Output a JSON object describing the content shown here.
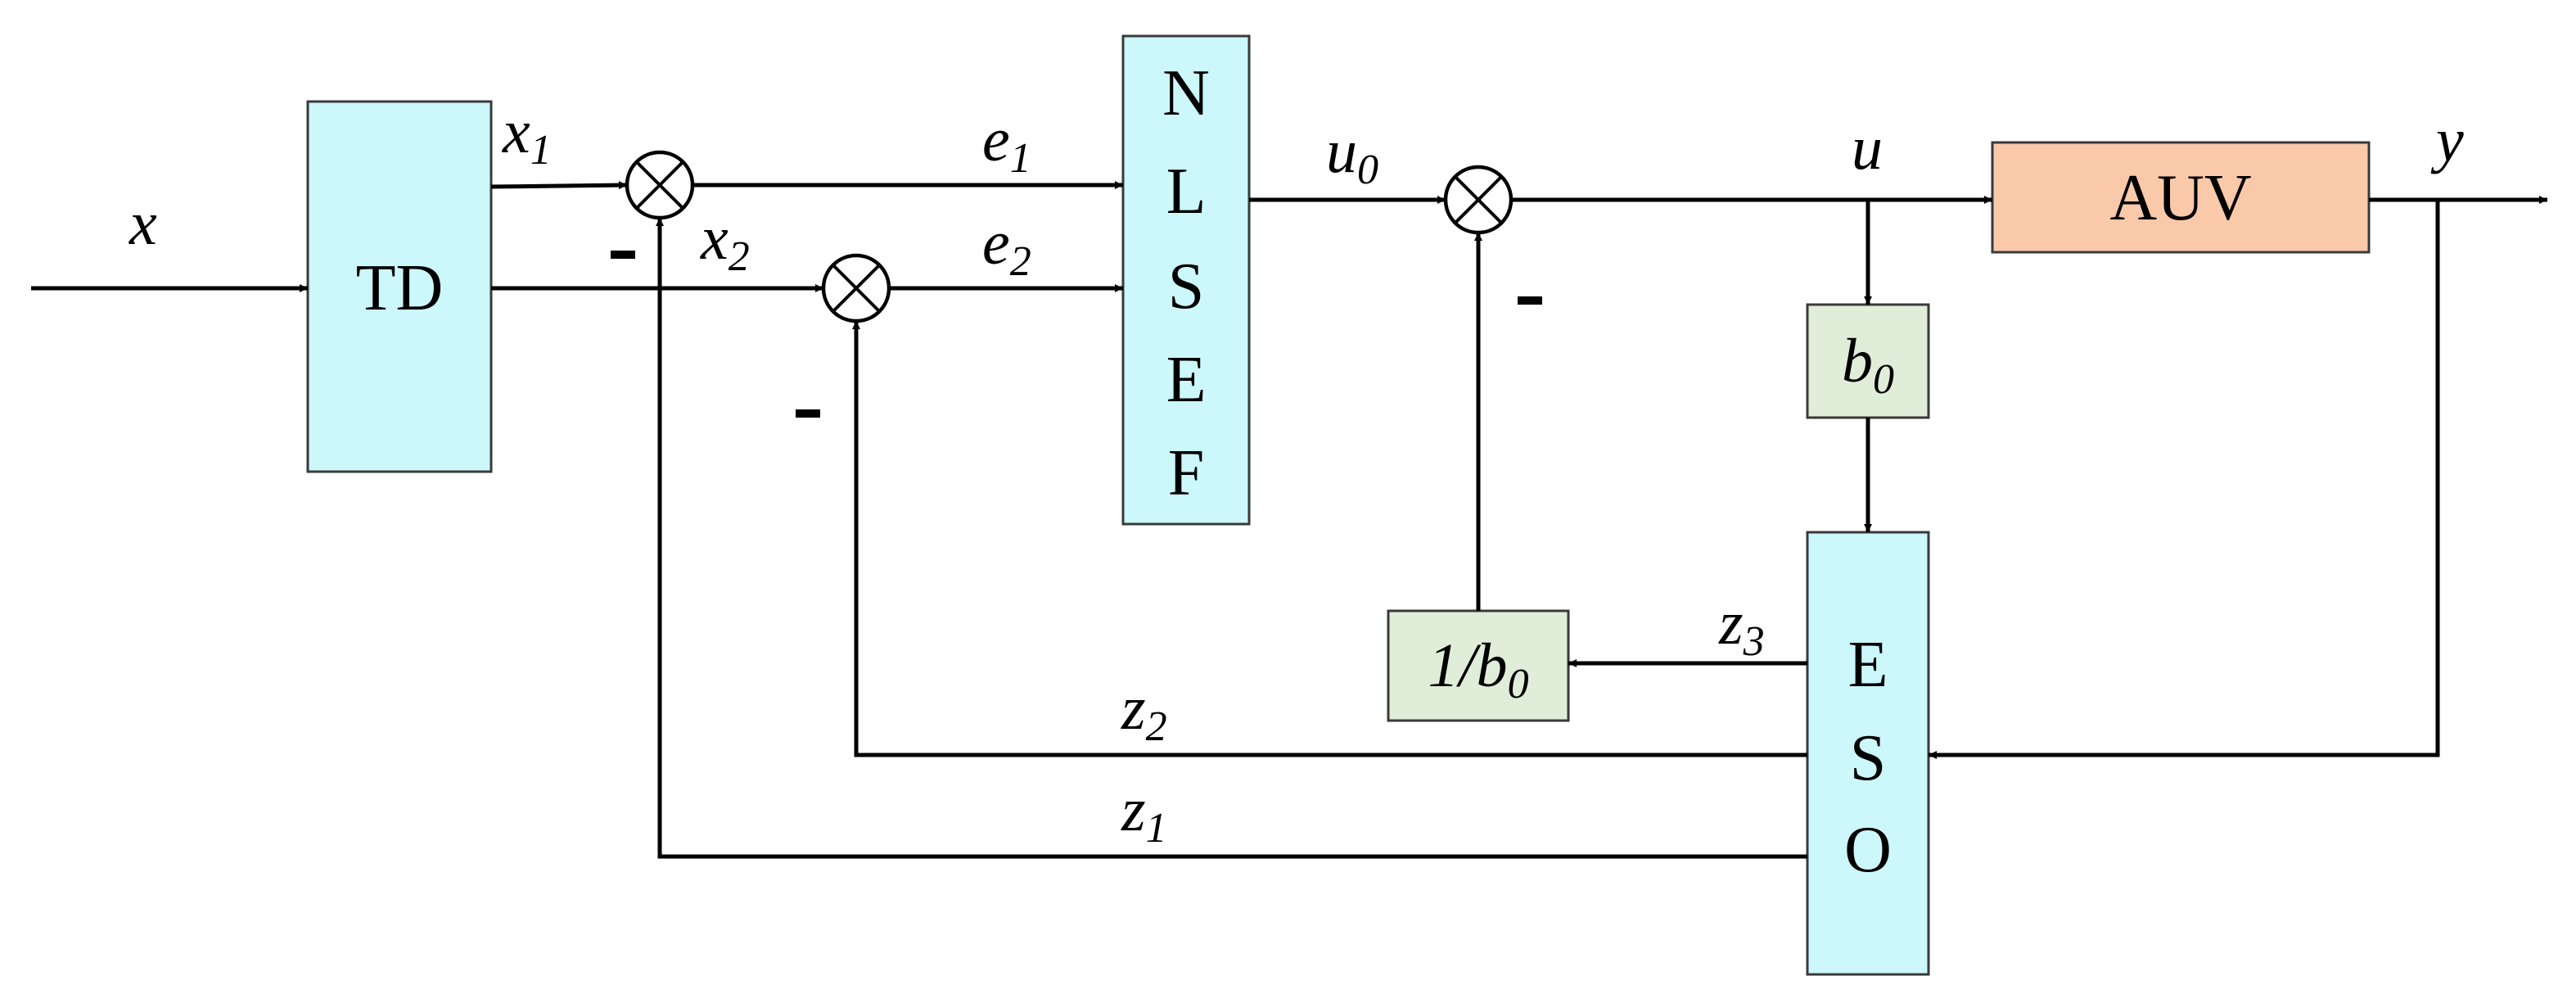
{
  "colors": {
    "td_fill": "#ccf7fb",
    "nlsef_fill": "#ccf7fb",
    "eso_fill": "#ccf7fb",
    "auv_fill": "#f9c9aa",
    "gain_fill": "#e0edd8",
    "line": "#000000"
  },
  "blocks": {
    "td": "TD",
    "nlsef": [
      "N",
      "L",
      "S",
      "E",
      "F"
    ],
    "auv": "AUV",
    "b0": {
      "main": "b",
      "sub": "0"
    },
    "inv_b0": {
      "main": "1/b",
      "sub": "0"
    },
    "eso": [
      "E",
      "S",
      "O"
    ]
  },
  "signals": {
    "x": "x",
    "x1": {
      "main": "x",
      "sub": "1"
    },
    "x2": {
      "main": "x",
      "sub": "2"
    },
    "e1": {
      "main": "e",
      "sub": "1"
    },
    "e2": {
      "main": "e",
      "sub": "2"
    },
    "u0": {
      "main": "u",
      "sub": "0"
    },
    "u": "u",
    "y": "y",
    "z1": {
      "main": "z",
      "sub": "1"
    },
    "z2": {
      "main": "z",
      "sub": "2"
    },
    "z3": {
      "main": "z",
      "sub": "3"
    }
  },
  "sign_marks": [
    "-",
    "-",
    "-"
  ]
}
